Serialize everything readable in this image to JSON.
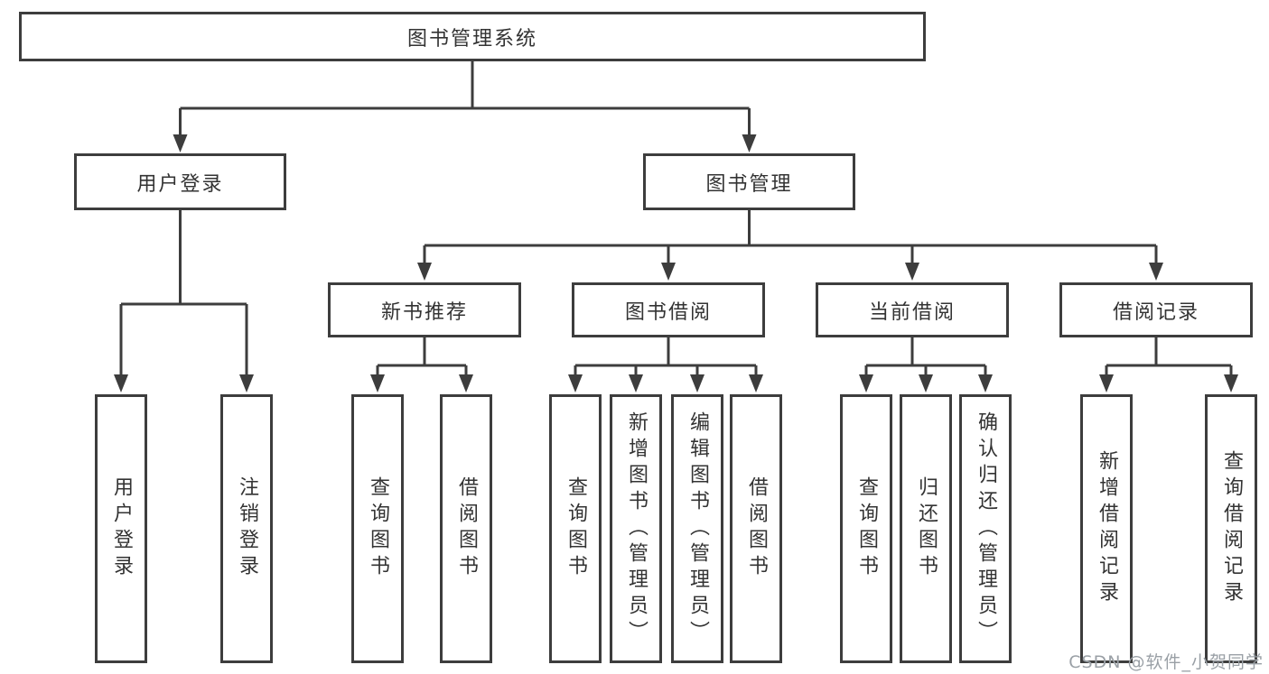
{
  "diagram": {
    "root": {
      "label": "图书管理系统"
    },
    "level2": [
      {
        "label": "用户登录"
      },
      {
        "label": "图书管理"
      }
    ],
    "level3": [
      {
        "label": "新书推荐"
      },
      {
        "label": "图书借阅"
      },
      {
        "label": "当前借阅"
      },
      {
        "label": "借阅记录"
      }
    ],
    "leaves": [
      {
        "label": "用户登录",
        "parent": "用户登录"
      },
      {
        "label": "注销登录",
        "parent": "用户登录"
      },
      {
        "label": "查询图书",
        "parent": "新书推荐"
      },
      {
        "label": "借阅图书",
        "parent": "新书推荐"
      },
      {
        "label": "查询图书",
        "parent": "图书借阅"
      },
      {
        "label": "新增图书（管理员）",
        "parent": "图书借阅"
      },
      {
        "label": "编辑图书（管理员）",
        "parent": "图书借阅"
      },
      {
        "label": "借阅图书",
        "parent": "图书借阅"
      },
      {
        "label": "查询图书",
        "parent": "当前借阅"
      },
      {
        "label": "归还图书",
        "parent": "当前借阅"
      },
      {
        "label": "确认归还（管理员）",
        "parent": "当前借阅"
      },
      {
        "label": "新增借阅记录",
        "parent": "借阅记录"
      },
      {
        "label": "查询借阅记录",
        "parent": "借阅记录"
      }
    ]
  },
  "watermark": {
    "text": "CSDN @软件_小贺同学"
  },
  "colors": {
    "line": "#3d3d3d",
    "text": "#333333",
    "background": "#ffffff",
    "watermark": "#9aa0a6"
  }
}
